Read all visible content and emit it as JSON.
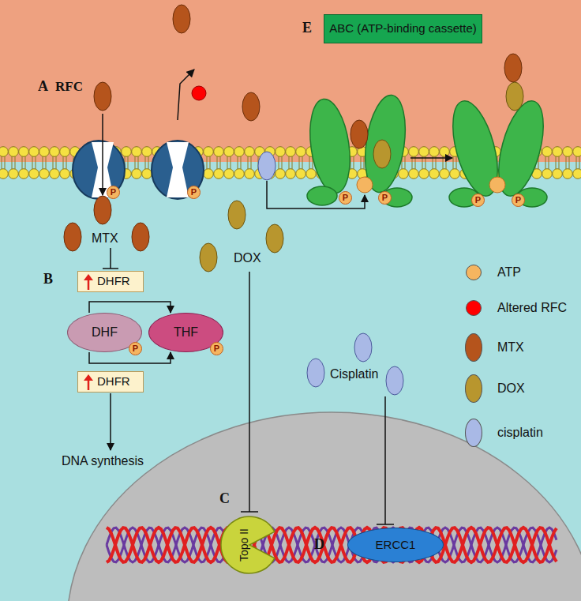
{
  "diagram": {
    "nodes": [
      {
        "text": [
          "ABC (ATP-binding cassette)"
        ]
      },
      {
        "text": [
          "P"
        ]
      },
      {
        "text": [
          "P"
        ]
      },
      {
        "text": [
          "P"
        ]
      },
      {
        "text": [
          "P"
        ]
      },
      {
        "text": [
          "P"
        ]
      },
      {
        "text": [
          "P"
        ]
      },
      {
        "text": [
          "DHFR"
        ]
      },
      {
        "text": [
          "DHF"
        ]
      },
      {
        "text": [
          "THF"
        ]
      },
      {
        "text": [
          "P"
        ]
      },
      {
        "text": [
          "P"
        ]
      },
      {
        "text": [
          "DHFR"
        ]
      },
      {
        "text": [
          "Topo II"
        ]
      },
      {
        "text": [
          "ERCC1"
        ]
      }
    ],
    "edges": [
      {
        "from": 8,
        "to": 9,
        "arrow": "to"
      },
      {
        "from": 8,
        "to": 9,
        "arrow": "to"
      }
    ],
    "labels": [
      "E",
      "A",
      "RFC",
      "MTX",
      "DOX",
      "B",
      "Cisplatin",
      "DNA synthesis",
      "C",
      "D"
    ],
    "legend": [
      {
        "text": "ATP",
        "color": "#f5b560"
      },
      {
        "text": "Altered RFC",
        "color": "#ff0000"
      },
      {
        "text": "MTX",
        "color": "#b5541c"
      },
      {
        "text": "DOX",
        "color": "#b8962e"
      },
      {
        "text": "cisplatin",
        "color": "#a9b9e6"
      }
    ]
  }
}
